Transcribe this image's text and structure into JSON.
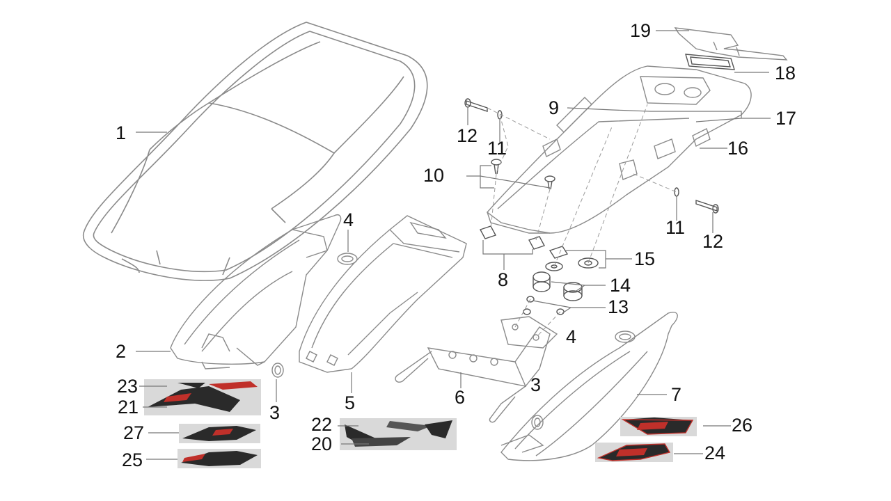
{
  "diagram": {
    "callouts": [
      {
        "id": "1"
      },
      {
        "id": "2"
      },
      {
        "id": "3a"
      },
      {
        "id": "3b"
      },
      {
        "id": "4a"
      },
      {
        "id": "4b"
      },
      {
        "id": "5"
      },
      {
        "id": "6"
      },
      {
        "id": "7"
      },
      {
        "id": "8"
      },
      {
        "id": "9"
      },
      {
        "id": "10"
      },
      {
        "id": "11a"
      },
      {
        "id": "11b"
      },
      {
        "id": "12a"
      },
      {
        "id": "12b"
      },
      {
        "id": "13"
      },
      {
        "id": "14"
      },
      {
        "id": "15"
      },
      {
        "id": "16"
      },
      {
        "id": "17"
      },
      {
        "id": "18"
      },
      {
        "id": "19"
      },
      {
        "id": "20"
      },
      {
        "id": "21"
      },
      {
        "id": "22"
      },
      {
        "id": "23"
      },
      {
        "id": "24"
      },
      {
        "id": "25"
      },
      {
        "id": "26"
      },
      {
        "id": "27"
      }
    ],
    "labels": {
      "p1": "1",
      "p2": "2",
      "p3a": "3",
      "p3b": "3",
      "p4a": "4",
      "p4b": "4",
      "p5": "5",
      "p6": "6",
      "p7": "7",
      "p8": "8",
      "p9": "9",
      "p10": "10",
      "p11a": "11",
      "p11b": "11",
      "p12a": "12",
      "p12b": "12",
      "p13": "13",
      "p14": "14",
      "p15": "15",
      "p16": "16",
      "p17": "17",
      "p18": "18",
      "p19": "19",
      "p20": "20",
      "p21": "21",
      "p22": "22",
      "p23": "23",
      "p24": "24",
      "p25": "25",
      "p26": "26",
      "p27": "27"
    },
    "colors": {
      "line": "#9a9a9a",
      "outline": "#555555",
      "leader": "#777777",
      "decal_red": "#c0302a",
      "decal_dark": "#2a2a2a",
      "decal_bg": "#d9d9d9"
    }
  }
}
